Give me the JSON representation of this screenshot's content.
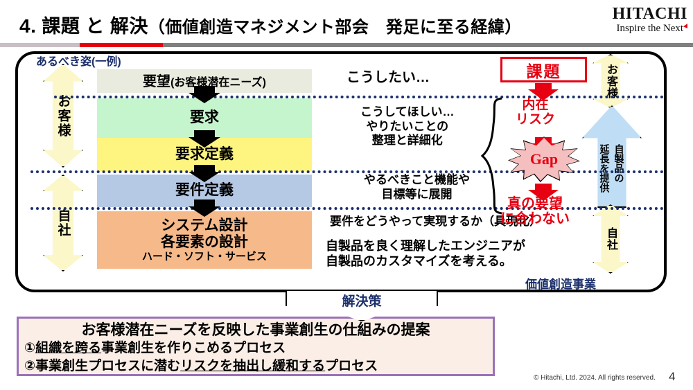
{
  "header": {
    "title_number": "4.",
    "title_main": "課題 と 解決",
    "title_paren": "（価値創造マネジメント部会　発足に至る経緯）",
    "logo_wordmark": "HITACHI",
    "logo_tagline": "Inspire the Next"
  },
  "diagram": {
    "ideal_label": "あるべき姿(一例)",
    "left_axis": {
      "customer": "お客様",
      "own_company": "自社"
    },
    "right_axis": {
      "customer": "お客様",
      "own_company": "自社",
      "blue_arrow_line1": "自製品の",
      "blue_arrow_line2": "延長を提供"
    },
    "stages": [
      {
        "title": "要望",
        "sub": "(お客様潜在ニーズ)",
        "color": "#e9ebde"
      },
      {
        "title": "要求",
        "sub": "",
        "color": "#c5f5cd"
      },
      {
        "title": "要求定義",
        "sub": "",
        "color": "#fdf57f"
      },
      {
        "title": "要件定義",
        "sub": "",
        "color": "#b5c8e4"
      },
      {
        "title_line1": "システム設計",
        "title_line2": "各要素の設計",
        "sub": "ハード・ソフト・サービス",
        "color": "#f6b98a"
      }
    ],
    "explanations": {
      "e0": "こうしたい…",
      "e1_line1": "こうしてほしい…",
      "e1_line2": "やりたいことの",
      "e1_line3": "整理と詳細化",
      "e2_line1": "やるべきこと機能や",
      "e2_line2": "目標等に展開",
      "e3": "要件をどうやって実現するか（具現化）",
      "e4_line1": "自製品を良く理解したエンジニアが",
      "e4_line2": "自製品のカスタマイズを考える。"
    },
    "issue": {
      "title": "課題",
      "risk_line1": "内在",
      "risk_line2": "リスク",
      "gap": "Gap",
      "result_line1": "真の要望",
      "result_line2": "に合わない",
      "accent_color": "#e60012"
    },
    "value_business_label": "価値創造事業"
  },
  "solution": {
    "arrow_label": "解決策",
    "headline": "お客様潜在ニーズを反映した事業創生の仕組みの提案",
    "item1_marker": "①",
    "item1_underline": "組織を跨る",
    "item1_rest": "事業創生を作りこめるプロセス",
    "item2_marker": "②",
    "item2_pre": "事業創生プロセスに潜む",
    "item2_underline": "リスクを抽出し緩和する",
    "item2_rest": "プロセス"
  },
  "footer": {
    "copyright": "© Hitachi, Ltd. 2024. All rights reserved.",
    "page_number": "4"
  }
}
